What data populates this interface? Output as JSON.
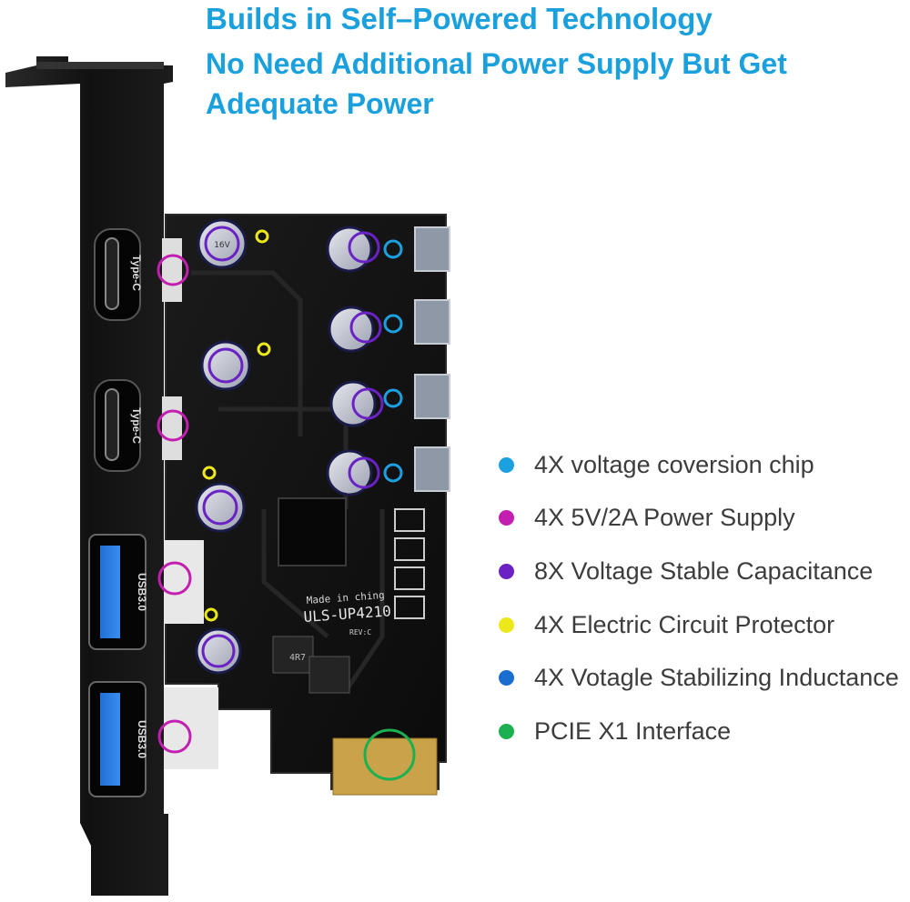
{
  "headline": {
    "line1": "Builds in Self–Powered Technology",
    "line2": "No Need Additional Power Supply But Get",
    "line3": "Adequate Power"
  },
  "port_labels": {
    "type_c": "Type-C",
    "usb3": "USB3.0"
  },
  "board_text": {
    "made_in": "Made in ching",
    "model": "ULS-UP4210",
    "revision": "REV:C",
    "inductor": "4R7",
    "capacitor_rating": "16V"
  },
  "legend": [
    {
      "label": "4X  voltage coversion chip",
      "color": "#1ba0e0"
    },
    {
      "label": "4X 5V/2A Power Supply",
      "color": "#c21fb0"
    },
    {
      "label": "8X Voltage Stable Capacitance",
      "color": "#6a22c4"
    },
    {
      "label": "4X Electric Circuit Protector",
      "color": "#ece81a"
    },
    {
      "label": "4X Votagle Stabilizing Inductance",
      "color": "#1a6ed0"
    },
    {
      "label": "PCIE X1 Interface",
      "color": "#1bb050"
    }
  ]
}
